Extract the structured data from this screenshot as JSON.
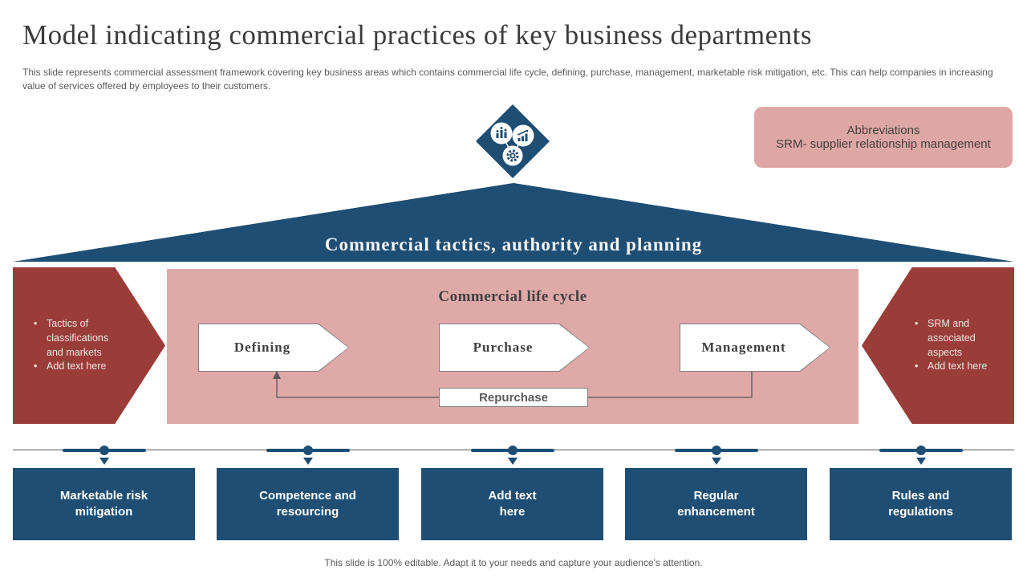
{
  "slide": {
    "title": "Model indicating commercial practices of key business departments",
    "subtitle": "This slide represents commercial assessment framework covering key business areas which contains commercial life cycle, defining, purchase, management, marketable risk mitigation, etc. This can help companies in increasing value of services offered by employees to their customers.",
    "footer": "This slide is 100% editable. Adapt it to your needs and capture your audience's attention."
  },
  "abbreviations": {
    "title": "Abbreviations",
    "entry": "SRM- supplier relationship management"
  },
  "pyramid": {
    "label": "Commercial tactics, authority and planning"
  },
  "left_arrow": {
    "bullets": [
      "Tactics of classifications and markets",
      "Add text here"
    ]
  },
  "right_arrow": {
    "bullets": [
      "SRM and associated aspects",
      "Add text here"
    ]
  },
  "lifecycle": {
    "title": "Commercial life cycle",
    "stages": [
      "Defining",
      "Purchase",
      "Management"
    ],
    "loop_label": "Repurchase"
  },
  "departments": [
    "Marketable risk\nmitigation",
    "Competence and\nresourcing",
    "Add text\nhere",
    "Regular\nenhancement",
    "Rules and\nregulations"
  ],
  "icons": {
    "diamond": "process-diamond-icon",
    "circle_top_left": "team-stats-icon",
    "circle_top_right": "growth-chart-icon",
    "circle_bottom": "gear-icon"
  },
  "colors": {
    "dark_blue": "#1f4e74",
    "dark_red": "#9a3c38",
    "pink": "#dfa9a7",
    "text_gray": "#595959",
    "title_gray": "#3b3b3b"
  }
}
